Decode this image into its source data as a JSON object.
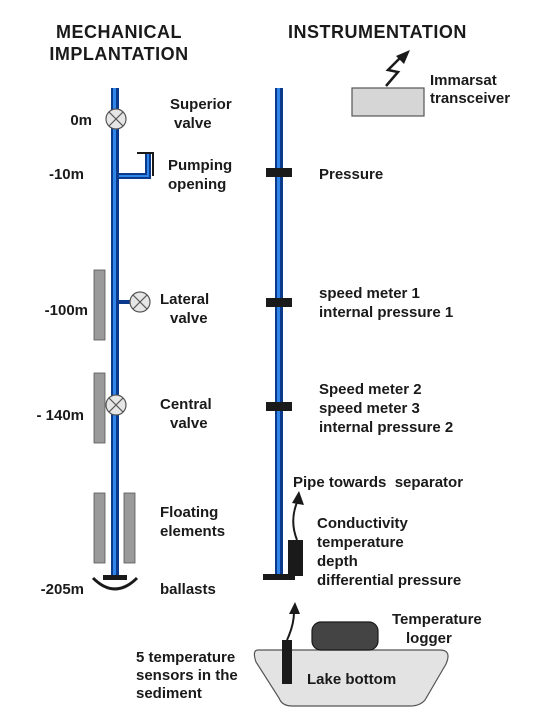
{
  "headings": {
    "mechanical": [
      "MECHANICAL",
      "IMPLANTATION"
    ],
    "instrumentation": "INSTRUMENTATION"
  },
  "depths": {
    "surface": "0m",
    "pumping": "-10m",
    "lateral": "-100m",
    "central": "- 140m",
    "bottom": "-205m"
  },
  "mechanical_labels": {
    "superior_valve": [
      "Superior",
      "valve"
    ],
    "pumping_opening": [
      "Pumping",
      "opening"
    ],
    "lateral_valve": [
      "Lateral",
      "valve"
    ],
    "central_valve": [
      "Central",
      "valve"
    ],
    "floating_elements": [
      "Floating",
      "elements"
    ],
    "ballasts": "ballasts"
  },
  "instrumentation_labels": {
    "immarsat": [
      "Immarsat",
      "transceiver"
    ],
    "pressure": "Pressure",
    "level_100": [
      "speed meter 1",
      "internal pressure 1"
    ],
    "level_140": [
      "Speed meter 2",
      "speed meter 3",
      "internal pressure 2"
    ],
    "pipe": "Pipe towards  separator",
    "sensor_block": [
      "Conductivity",
      "temperature",
      "depth",
      "differential pressure"
    ]
  },
  "lake_bottom": {
    "temperature_logger": [
      "Temperature",
      "logger"
    ],
    "sediment_sensors": [
      "5 temperature",
      "sensors in the",
      "sediment"
    ],
    "lake_bottom": "Lake bottom"
  },
  "colors": {
    "pipe": "#0b3a8c",
    "pipe_highlight": "#2f86e8",
    "float": "#9a9a9a",
    "valve_fill": "#e6e6e6",
    "transceiver_fill": "#d6d6d6",
    "lake_fill": "#e3e3e3",
    "ink": "#1a1a1a"
  }
}
